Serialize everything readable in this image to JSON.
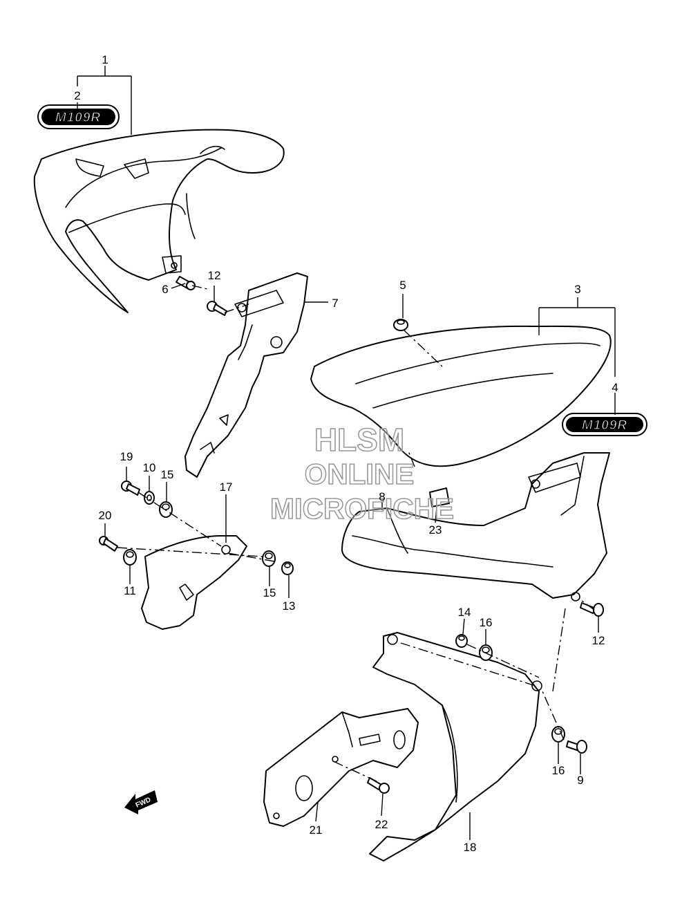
{
  "callouts": {
    "c1": "1",
    "c2": "2",
    "c3": "3",
    "c4": "4",
    "c5": "5",
    "c6": "6",
    "c7": "7",
    "c8": "8",
    "c9": "9",
    "c10": "10",
    "c11": "11",
    "c12a": "12",
    "c12b": "12",
    "c13": "13",
    "c14": "14",
    "c15a": "15",
    "c15b": "15",
    "c16a": "16",
    "c16b": "16",
    "c17": "17",
    "c18": "18",
    "c19": "19",
    "c20": "20",
    "c21": "21",
    "c22": "22",
    "c23": "23"
  },
  "emblem_text": "M109R",
  "fwd_label": "FWD",
  "watermark": {
    "line1": "HLSM",
    "line2": "ONLINE",
    "line3": "MICROFICHE"
  }
}
